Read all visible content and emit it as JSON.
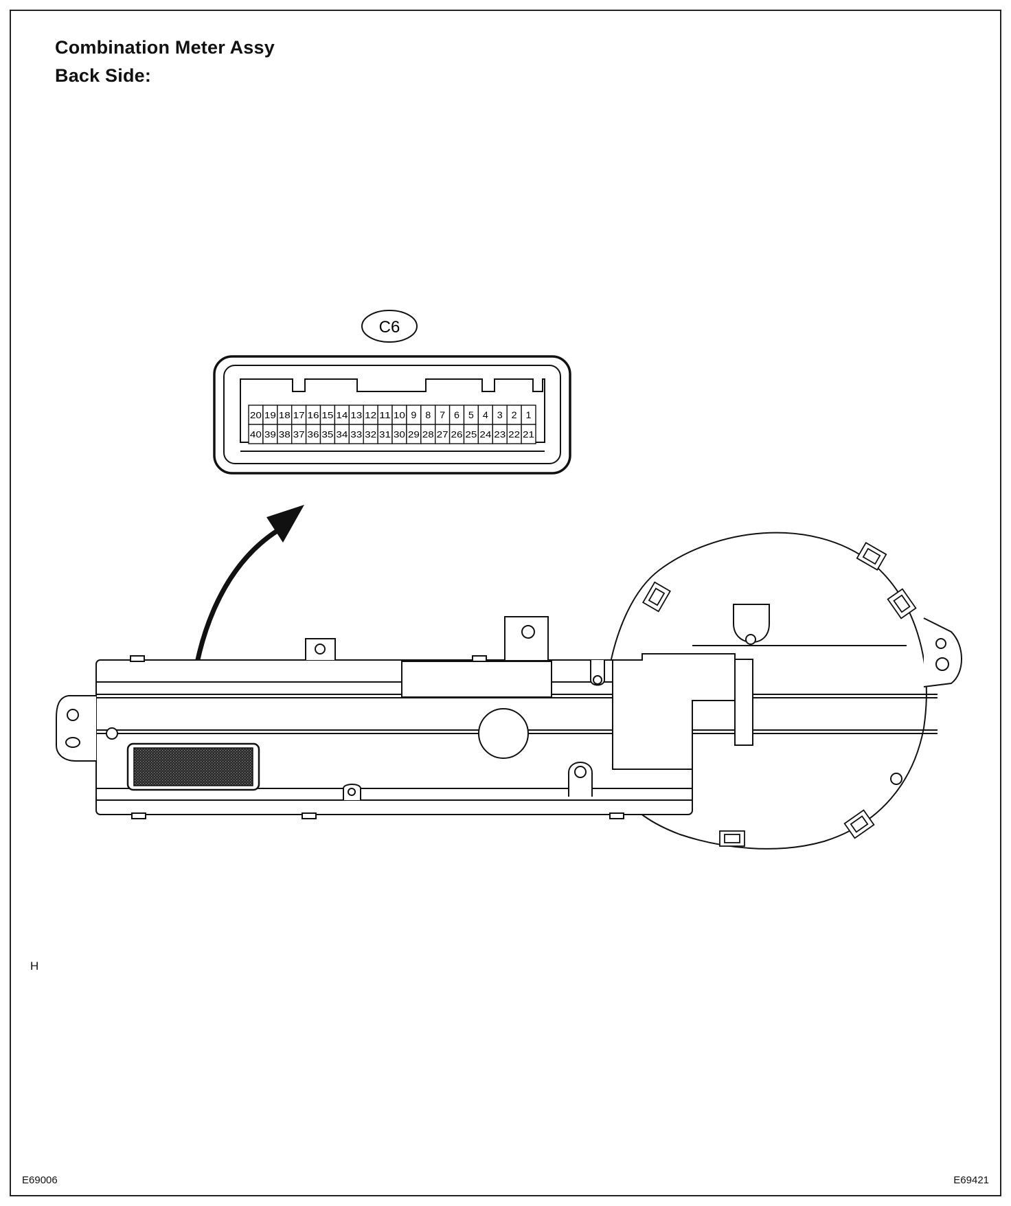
{
  "title": {
    "line1": "Combination Meter Assy",
    "line2": "Back Side:"
  },
  "connector": {
    "label": "C6",
    "top_row": [
      "20",
      "19",
      "18",
      "17",
      "16",
      "15",
      "14",
      "13",
      "12",
      "11",
      "10",
      "9",
      "8",
      "7",
      "6",
      "5",
      "4",
      "3",
      "2",
      "1"
    ],
    "bottom_row": [
      "40",
      "39",
      "38",
      "37",
      "36",
      "35",
      "34",
      "33",
      "32",
      "31",
      "30",
      "29",
      "28",
      "27",
      "26",
      "25",
      "24",
      "23",
      "22",
      "21"
    ]
  },
  "side_letter": "H",
  "figure_codes": {
    "left": "E69006",
    "right": "E69421"
  }
}
